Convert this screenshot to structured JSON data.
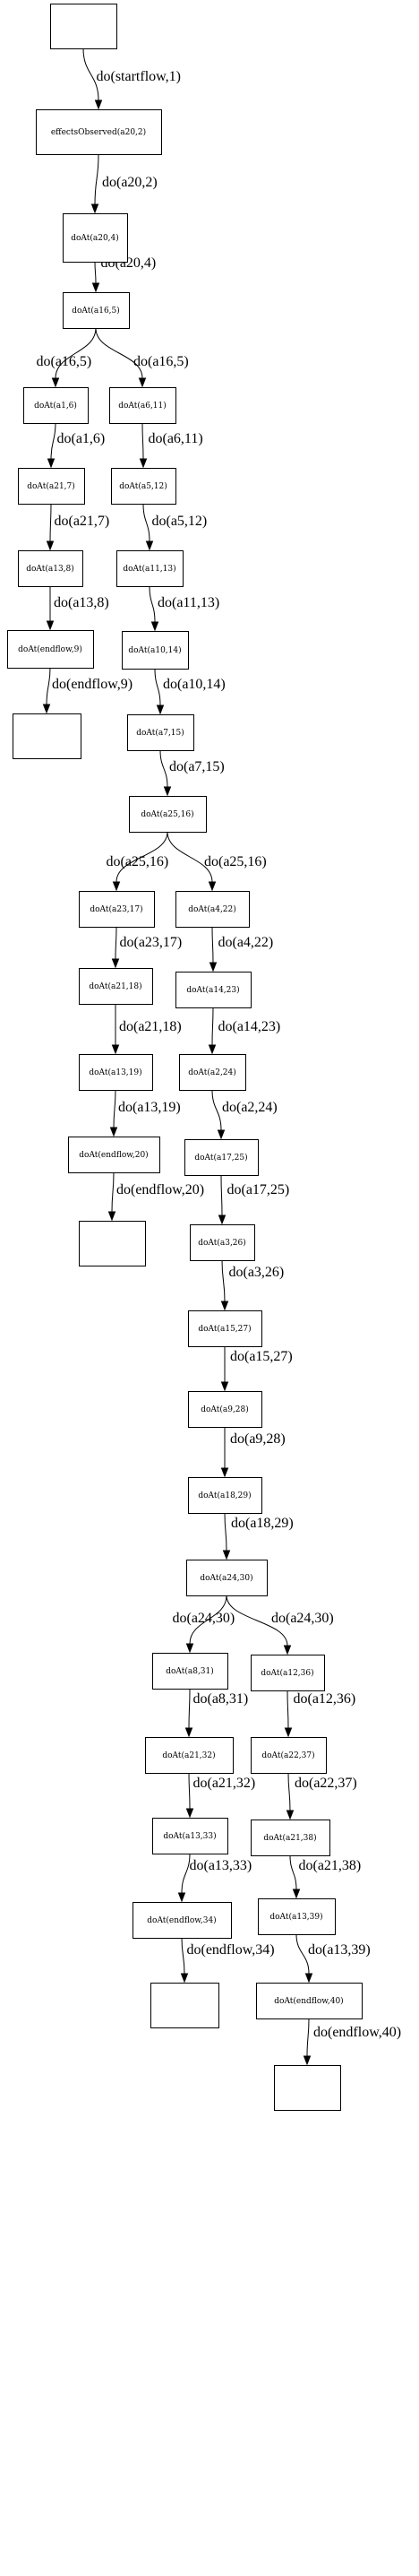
{
  "nodes": [
    {
      "id": "n0",
      "label": ""
    },
    {
      "id": "n1",
      "label": "effectsObserved(a20,2)"
    },
    {
      "id": "n2",
      "label": "doAt(a20,4)"
    },
    {
      "id": "n3",
      "label": "doAt(a16,5)"
    },
    {
      "id": "n4",
      "label": "doAt(a1,6)"
    },
    {
      "id": "n5",
      "label": "doAt(a6,11)"
    },
    {
      "id": "n6",
      "label": "doAt(a21,7)"
    },
    {
      "id": "n7",
      "label": "doAt(a5,12)"
    },
    {
      "id": "n8",
      "label": "doAt(a13,8)"
    },
    {
      "id": "n9",
      "label": "doAt(a11,13)"
    },
    {
      "id": "n10",
      "label": "doAt(endflow,9)"
    },
    {
      "id": "n11",
      "label": "doAt(a10,14)"
    },
    {
      "id": "n12",
      "label": ""
    },
    {
      "id": "n13",
      "label": "doAt(a7,15)"
    },
    {
      "id": "n14",
      "label": "doAt(a25,16)"
    },
    {
      "id": "n15",
      "label": "doAt(a23,17)"
    },
    {
      "id": "n16",
      "label": "doAt(a4,22)"
    },
    {
      "id": "n17",
      "label": "doAt(a21,18)"
    },
    {
      "id": "n18",
      "label": "doAt(a14,23)"
    },
    {
      "id": "n19",
      "label": "doAt(a13,19)"
    },
    {
      "id": "n20",
      "label": "doAt(a2,24)"
    },
    {
      "id": "n21",
      "label": "doAt(endflow,20)"
    },
    {
      "id": "n22",
      "label": "doAt(a17,25)"
    },
    {
      "id": "n23",
      "label": ""
    },
    {
      "id": "n24",
      "label": "doAt(a3,26)"
    },
    {
      "id": "n25",
      "label": "doAt(a15,27)"
    },
    {
      "id": "n26",
      "label": "doAt(a9,28)"
    },
    {
      "id": "n27",
      "label": "doAt(a18,29)"
    },
    {
      "id": "n28",
      "label": "doAt(a24,30)"
    },
    {
      "id": "n29",
      "label": "doAt(a8,31)"
    },
    {
      "id": "n30",
      "label": "doAt(a12,36)"
    },
    {
      "id": "n31",
      "label": "doAt(a21,32)"
    },
    {
      "id": "n32",
      "label": "doAt(a22,37)"
    },
    {
      "id": "n33",
      "label": "doAt(a13,33)"
    },
    {
      "id": "n34",
      "label": "doAt(a21,38)"
    },
    {
      "id": "n35",
      "label": "doAt(endflow,34)"
    },
    {
      "id": "n36",
      "label": "doAt(a13,39)"
    },
    {
      "id": "n37",
      "label": ""
    },
    {
      "id": "n38",
      "label": "doAt(endflow,40)"
    },
    {
      "id": "n39",
      "label": ""
    }
  ],
  "edges": [
    {
      "from": "n0",
      "to": "n1",
      "label": "do(startflow,1)"
    },
    {
      "from": "n1",
      "to": "n2",
      "label": "do(a20,2)"
    },
    {
      "from": "n2",
      "to": "n3",
      "label": "do(a20,4)"
    },
    {
      "from": "n3",
      "to": "n4",
      "label": "do(a16,5)"
    },
    {
      "from": "n3",
      "to": "n5",
      "label": "do(a16,5)"
    },
    {
      "from": "n4",
      "to": "n6",
      "label": "do(a1,6)"
    },
    {
      "from": "n5",
      "to": "n7",
      "label": "do(a6,11)"
    },
    {
      "from": "n6",
      "to": "n8",
      "label": "do(a21,7)"
    },
    {
      "from": "n7",
      "to": "n9",
      "label": "do(a5,12)"
    },
    {
      "from": "n8",
      "to": "n10",
      "label": "do(a13,8)"
    },
    {
      "from": "n9",
      "to": "n11",
      "label": "do(a11,13)"
    },
    {
      "from": "n10",
      "to": "n12",
      "label": "do(endflow,9)"
    },
    {
      "from": "n11",
      "to": "n13",
      "label": "do(a10,14)"
    },
    {
      "from": "n13",
      "to": "n14",
      "label": "do(a7,15)"
    },
    {
      "from": "n14",
      "to": "n15",
      "label": "do(a25,16)"
    },
    {
      "from": "n14",
      "to": "n16",
      "label": "do(a25,16)"
    },
    {
      "from": "n15",
      "to": "n17",
      "label": "do(a23,17)"
    },
    {
      "from": "n16",
      "to": "n18",
      "label": "do(a4,22)"
    },
    {
      "from": "n17",
      "to": "n19",
      "label": "do(a21,18)"
    },
    {
      "from": "n18",
      "to": "n20",
      "label": "do(a14,23)"
    },
    {
      "from": "n19",
      "to": "n21",
      "label": "do(a13,19)"
    },
    {
      "from": "n20",
      "to": "n22",
      "label": "do(a2,24)"
    },
    {
      "from": "n21",
      "to": "n23",
      "label": "do(endflow,20)"
    },
    {
      "from": "n22",
      "to": "n24",
      "label": "do(a17,25)"
    },
    {
      "from": "n24",
      "to": "n25",
      "label": "do(a3,26)"
    },
    {
      "from": "n25",
      "to": "n26",
      "label": "do(a15,27)"
    },
    {
      "from": "n26",
      "to": "n27",
      "label": "do(a9,28)"
    },
    {
      "from": "n27",
      "to": "n28",
      "label": "do(a18,29)"
    },
    {
      "from": "n28",
      "to": "n29",
      "label": "do(a24,30)"
    },
    {
      "from": "n28",
      "to": "n30",
      "label": "do(a24,30)"
    },
    {
      "from": "n29",
      "to": "n31",
      "label": "do(a8,31)"
    },
    {
      "from": "n30",
      "to": "n32",
      "label": "do(a12,36)"
    },
    {
      "from": "n31",
      "to": "n33",
      "label": "do(a21,32)"
    },
    {
      "from": "n32",
      "to": "n34",
      "label": "do(a22,37)"
    },
    {
      "from": "n33",
      "to": "n35",
      "label": "do(a13,33)"
    },
    {
      "from": "n34",
      "to": "n36",
      "label": "do(a21,38)"
    },
    {
      "from": "n35",
      "to": "n37",
      "label": "do(endflow,34)"
    },
    {
      "from": "n36",
      "to": "n38",
      "label": "do(a13,39)"
    },
    {
      "from": "n38",
      "to": "n39",
      "label": "do(endflow,40)"
    }
  ]
}
